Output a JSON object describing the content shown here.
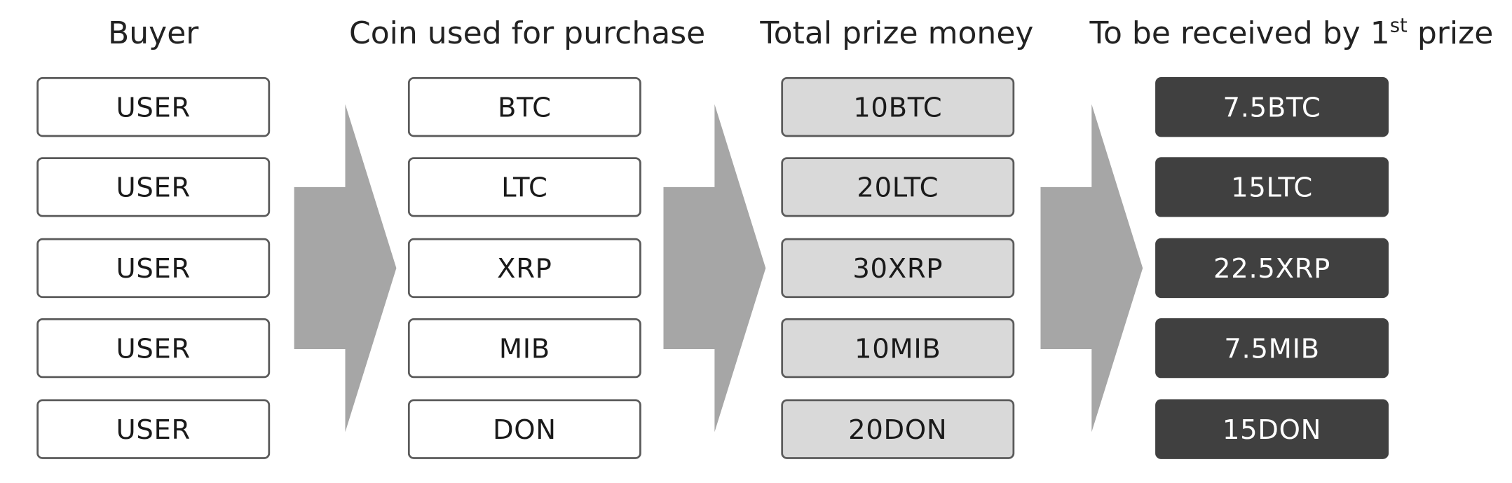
{
  "columns": [
    {
      "title": "Buyer",
      "style": "white",
      "items": [
        "USER",
        "USER",
        "USER",
        "USER",
        "USER"
      ]
    },
    {
      "title": "Coin used for purchase",
      "style": "white",
      "items": [
        "BTC",
        "LTC",
        "XRP",
        "MIB",
        "DON"
      ]
    },
    {
      "title": "Total prize money",
      "style": "light",
      "items": [
        "10BTC",
        "20LTC",
        "30XRP",
        "10MIB",
        "20DON"
      ]
    },
    {
      "title_prefix": "To be received by 1",
      "title_sup": "st",
      "title_suffix": " prize",
      "style": "dark",
      "items": [
        "7.5BTC",
        "15LTC",
        "22.5XRP",
        "7.5MIB",
        "15DON"
      ]
    }
  ],
  "colors": {
    "arrow": "#a6a6a6",
    "box_border": "#5a5a5a",
    "light_fill": "#d9d9d9",
    "dark_fill": "#404040"
  }
}
